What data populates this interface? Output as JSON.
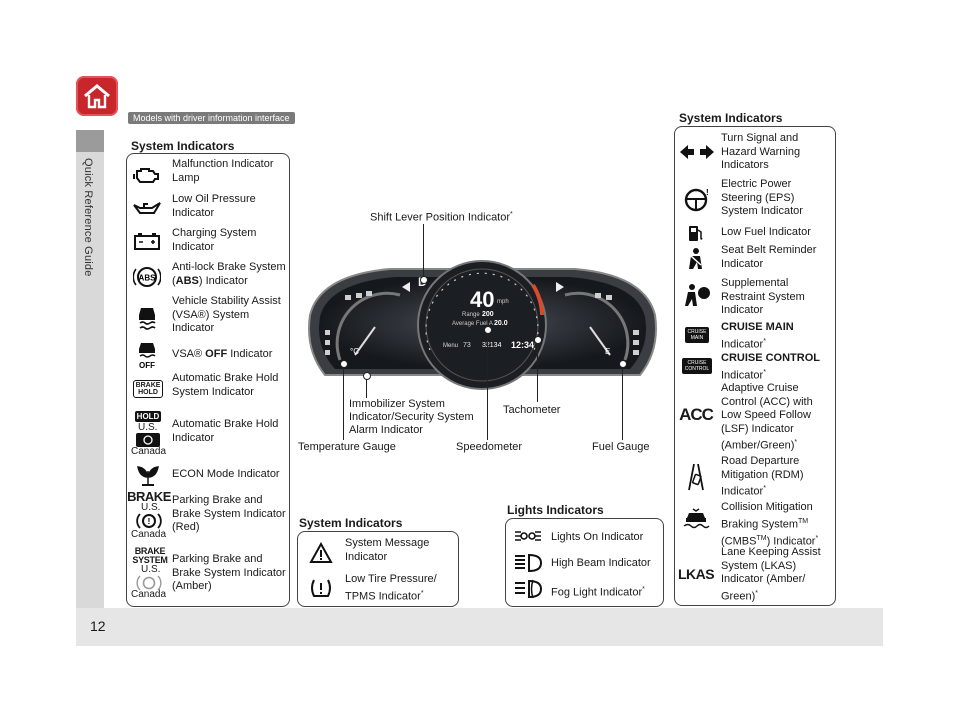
{
  "sidebar": {
    "label": "Quick Reference Guide"
  },
  "page": {
    "number": "12"
  },
  "tag": "Models with driver information interface",
  "left_panel": {
    "heading": "System Indicators",
    "items": [
      {
        "label": "Malfunction Indicator Lamp",
        "icon": "engine-icon"
      },
      {
        "label": "Low Oil Pressure Indicator",
        "icon": "oil-can-icon"
      },
      {
        "label": "Charging System Indicator",
        "icon": "battery-icon"
      },
      {
        "label_a": "Anti-lock Brake System (",
        "label_b": "ABS",
        "label_c": ") Indicator",
        "icon": "abs-icon"
      },
      {
        "label": "Vehicle Stability Assist (VSA®) System Indicator",
        "icon": "vsa-icon"
      },
      {
        "label_a": "VSA® ",
        "label_b": "OFF",
        "label_c": " Indicator",
        "icon": "vsa-off-icon"
      },
      {
        "label": "Automatic Brake Hold System Indicator",
        "icon": "brake-hold-icon"
      },
      {
        "label": "Automatic Brake Hold Indicator",
        "icon": "hold-icon"
      },
      {
        "label": "ECON Mode Indicator",
        "icon": "econ-icon"
      },
      {
        "label": "Parking Brake and Brake System Indicator (Red)",
        "icon": "brake-red-icon"
      },
      {
        "label": "Parking Brake and Brake System Indicator (Amber)",
        "icon": "brake-amber-icon"
      }
    ],
    "us": "U.S.",
    "canada": "Canada",
    "hold_text": "HOLD",
    "brake_text": "BRAKE",
    "brake_hold_text_a": "BRAKE",
    "brake_hold_text_b": "HOLD",
    "brake_system_a": "BRAKE",
    "brake_system_b": "SYSTEM",
    "off_text": "OFF"
  },
  "callouts": {
    "shift": "Shift Lever Position Indicator",
    "immobilizer": "Immobilizer System Indicator/Security System Alarm Indicator",
    "tachometer": "Tachometer",
    "temperature": "Temperature Gauge",
    "speedometer": "Speedometer",
    "fuel": "Fuel Gauge"
  },
  "cluster": {
    "speed": "40",
    "unit": "mph",
    "range_label": "Range",
    "range_value": "200",
    "avg_label": "Average Fuel A",
    "avg_value": "20.0",
    "temp_out": "73",
    "odo": "32134",
    "clock": "12:34",
    "menu": "Menu",
    "gear": "D",
    "c_label": "°C",
    "e_label": "E"
  },
  "system_msg_panel": {
    "heading": "System Indicators",
    "items": [
      {
        "label": "System Message Indicator",
        "icon": "system-message-icon"
      },
      {
        "label": "Low Tire Pressure/ TPMS Indicator",
        "icon": "tpms-icon"
      }
    ]
  },
  "lights_panel": {
    "heading": "Lights Indicators",
    "items": [
      {
        "label": "Lights On Indicator",
        "icon": "lights-on-icon"
      },
      {
        "label": "High Beam Indicator",
        "icon": "high-beam-icon"
      },
      {
        "label": "Fog Light Indicator",
        "icon": "fog-light-icon"
      }
    ]
  },
  "right_panel": {
    "heading": "System Indicators",
    "items": [
      {
        "label": "Turn Signal and Hazard Warning Indicators",
        "icon": "turn-signal-icon"
      },
      {
        "label": "Electric Power Steering (EPS) System Indicator",
        "icon": "eps-icon"
      },
      {
        "label": "Low Fuel Indicator",
        "icon": "low-fuel-icon"
      },
      {
        "label": "Seat Belt Reminder Indicator",
        "icon": "seat-belt-icon"
      },
      {
        "label": "Supplemental Restraint System Indicator",
        "icon": "srs-icon"
      },
      {
        "label_b": "CRUISE MAIN",
        "label_c": "Indicator",
        "icon": "cruise-main-icon"
      },
      {
        "label_b": "CRUISE CONTROL",
        "label_c": "Indicator",
        "icon": "cruise-control-icon"
      },
      {
        "label": "Adaptive Cruise Control (ACC) with Low Speed Follow (LSF) Indicator (Amber/Green)",
        "icon": "acc-icon"
      },
      {
        "label": "Road Departure Mitigation (RDM) Indicator",
        "icon": "rdm-icon"
      },
      {
        "label_a": "Collision Mitigation Braking System",
        "label_tm": "TM",
        "label_b": " (CMBS",
        "label_tm2": "TM",
        "label_c": ") Indicator",
        "icon": "cmbs-icon"
      },
      {
        "label": "Lane Keeping Assist System (LKAS) Indicator (Amber/ Green)",
        "icon": "lkas-icon"
      }
    ],
    "cruise_main_icon_a": "CRUISE",
    "cruise_main_icon_b": "MAIN",
    "cruise_control_icon_a": "CRUISE",
    "cruise_control_icon_b": "CONTROL",
    "acc_text": "ACC",
    "lkas_text": "LKAS"
  },
  "star": "*"
}
